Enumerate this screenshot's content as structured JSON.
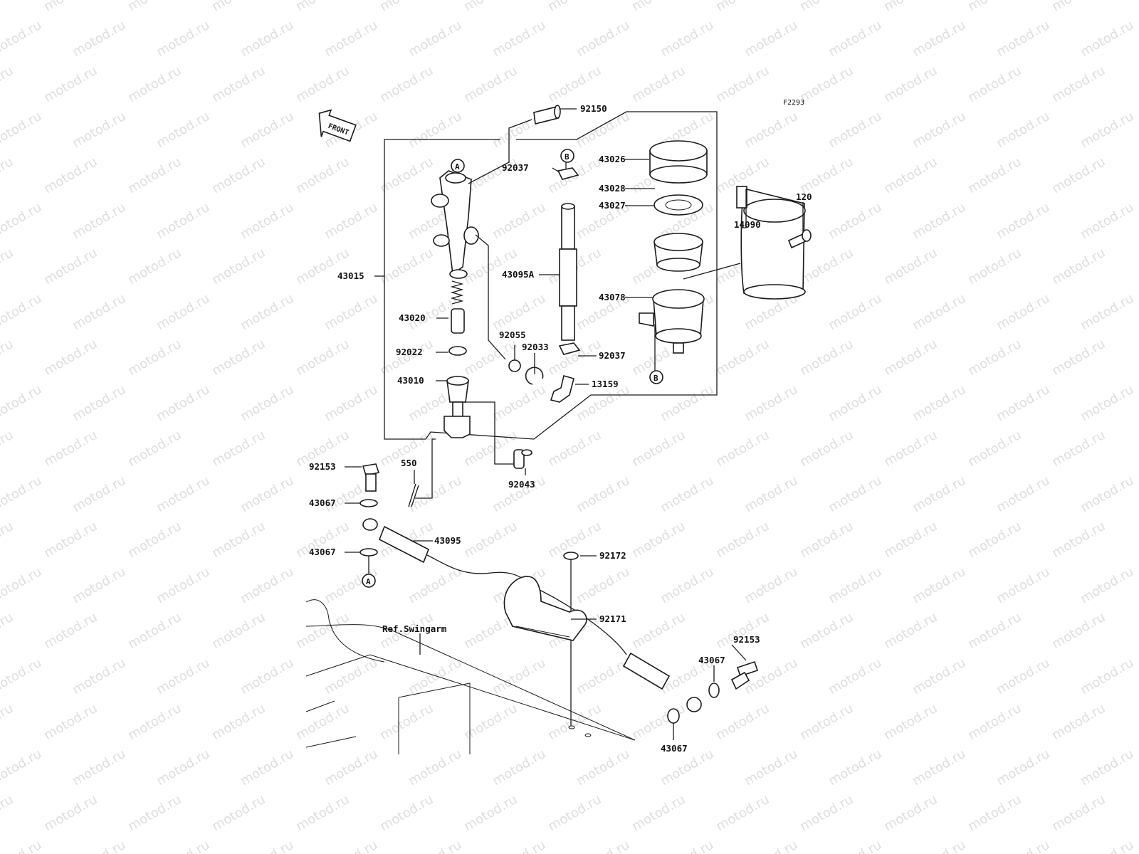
{
  "watermark": {
    "text": "motod.ru"
  },
  "figure_code": "F2293",
  "front_arrow": {
    "text": "FRONT"
  },
  "reference_label": "Ref.Swingarm",
  "callouts": [
    {
      "id": "A",
      "label": "A"
    },
    {
      "id": "B",
      "label": "B"
    }
  ],
  "parts": [
    {
      "key": "p92150",
      "number": "92150",
      "name": "bolt-icon"
    },
    {
      "key": "p43026",
      "number": "43026",
      "name": "reservoir-cap-icon"
    },
    {
      "key": "p92037a",
      "number": "92037",
      "name": "hose-clamp-icon"
    },
    {
      "key": "p43027",
      "number": "43027",
      "name": "plate-icon"
    },
    {
      "key": "p120",
      "number": "120",
      "name": "screw-icon"
    },
    {
      "key": "p14090",
      "number": "14090",
      "name": "reservoir-bracket-icon"
    },
    {
      "key": "p43028",
      "number": "43028",
      "name": "diaphragm-icon"
    },
    {
      "key": "p43015",
      "number": "43015",
      "name": "master-cylinder-icon"
    },
    {
      "key": "p43095A",
      "number": "43095A",
      "name": "reservoir-hose-icon"
    },
    {
      "key": "p43078",
      "number": "43078",
      "name": "reservoir-tank-icon"
    },
    {
      "key": "p43020",
      "number": "43020",
      "name": "piston-spring-icon"
    },
    {
      "key": "p92055",
      "number": "92055",
      "name": "o-ring-icon"
    },
    {
      "key": "p92033",
      "number": "92033",
      "name": "circlip-icon"
    },
    {
      "key": "p92037b",
      "number": "92037",
      "name": "hose-clamp-icon"
    },
    {
      "key": "p92022",
      "number": "92022",
      "name": "snap-ring-icon"
    },
    {
      "key": "p43010",
      "number": "43010",
      "name": "push-rod-icon"
    },
    {
      "key": "p13159",
      "number": "13159",
      "name": "fitting-icon"
    },
    {
      "key": "p92153a",
      "number": "92153",
      "name": "banjo-bolt-icon"
    },
    {
      "key": "p550",
      "number": "550",
      "name": "cotter-pin-icon"
    },
    {
      "key": "p92043",
      "number": "92043",
      "name": "pin-icon"
    },
    {
      "key": "p43067a",
      "number": "43067",
      "name": "washer-icon"
    },
    {
      "key": "p43095",
      "number": "43095",
      "name": "brake-hose-icon"
    },
    {
      "key": "p43067b",
      "number": "43067",
      "name": "washer-icon"
    },
    {
      "key": "p92172",
      "number": "92172",
      "name": "screw-icon"
    },
    {
      "key": "p92171",
      "number": "92171",
      "name": "hose-clamp-bracket-icon"
    },
    {
      "key": "p92153b",
      "number": "92153",
      "name": "banjo-bolt-icon"
    },
    {
      "key": "p43067c",
      "number": "43067",
      "name": "washer-icon"
    },
    {
      "key": "p43067d",
      "number": "43067",
      "name": "washer-icon"
    }
  ]
}
